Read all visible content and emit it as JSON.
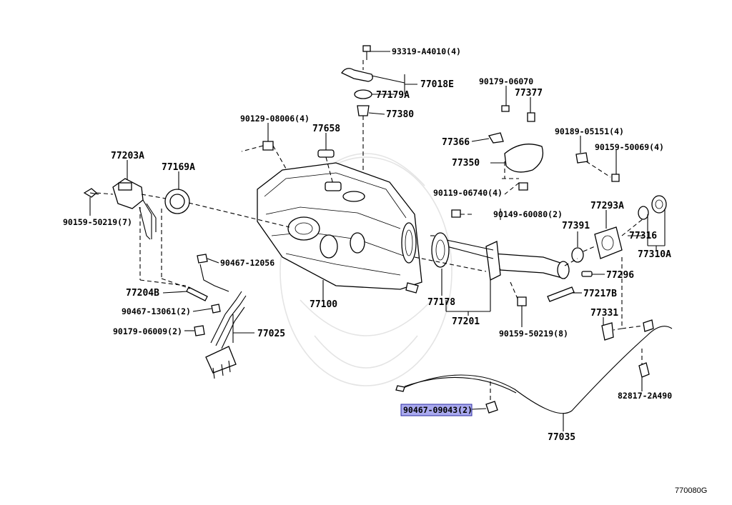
{
  "diagram": {
    "code": "770080G",
    "highlighted_part": "90467-09043(2)",
    "labels": {
      "l_93319": "93319-A4010(4)",
      "l_77018E": "77018E",
      "l_77179A": "77179A",
      "l_77380": "77380",
      "l_90179_06070": "90179-06070",
      "l_77377": "77377",
      "l_90129": "90129-08006(4)",
      "l_77658": "77658",
      "l_77366": "77366",
      "l_90189": "90189-05151(4)",
      "l_77203A": "77203A",
      "l_77169A": "77169A",
      "l_77350": "77350",
      "l_90159_50069": "90159-50069(4)",
      "l_90119": "90119-06740(4)",
      "l_90149": "90149-60080(2)",
      "l_77293A": "77293A",
      "l_90159_50219_7": "90159-50219(7)",
      "l_77391": "77391",
      "l_77316": "77316",
      "l_77310A": "77310A",
      "l_90467_12056": "90467-12056",
      "l_77296": "77296",
      "l_77204B": "77204B",
      "l_77217B": "77217B",
      "l_77100": "77100",
      "l_77178": "77178",
      "l_90467_13061": "90467-13061(2)",
      "l_77201": "77201",
      "l_77331": "77331",
      "l_90179_06009": "90179-06009(2)",
      "l_77025": "77025",
      "l_90159_50219_8": "90159-50219(8)",
      "l_82817": "82817-2A490",
      "l_77035": "77035"
    }
  }
}
